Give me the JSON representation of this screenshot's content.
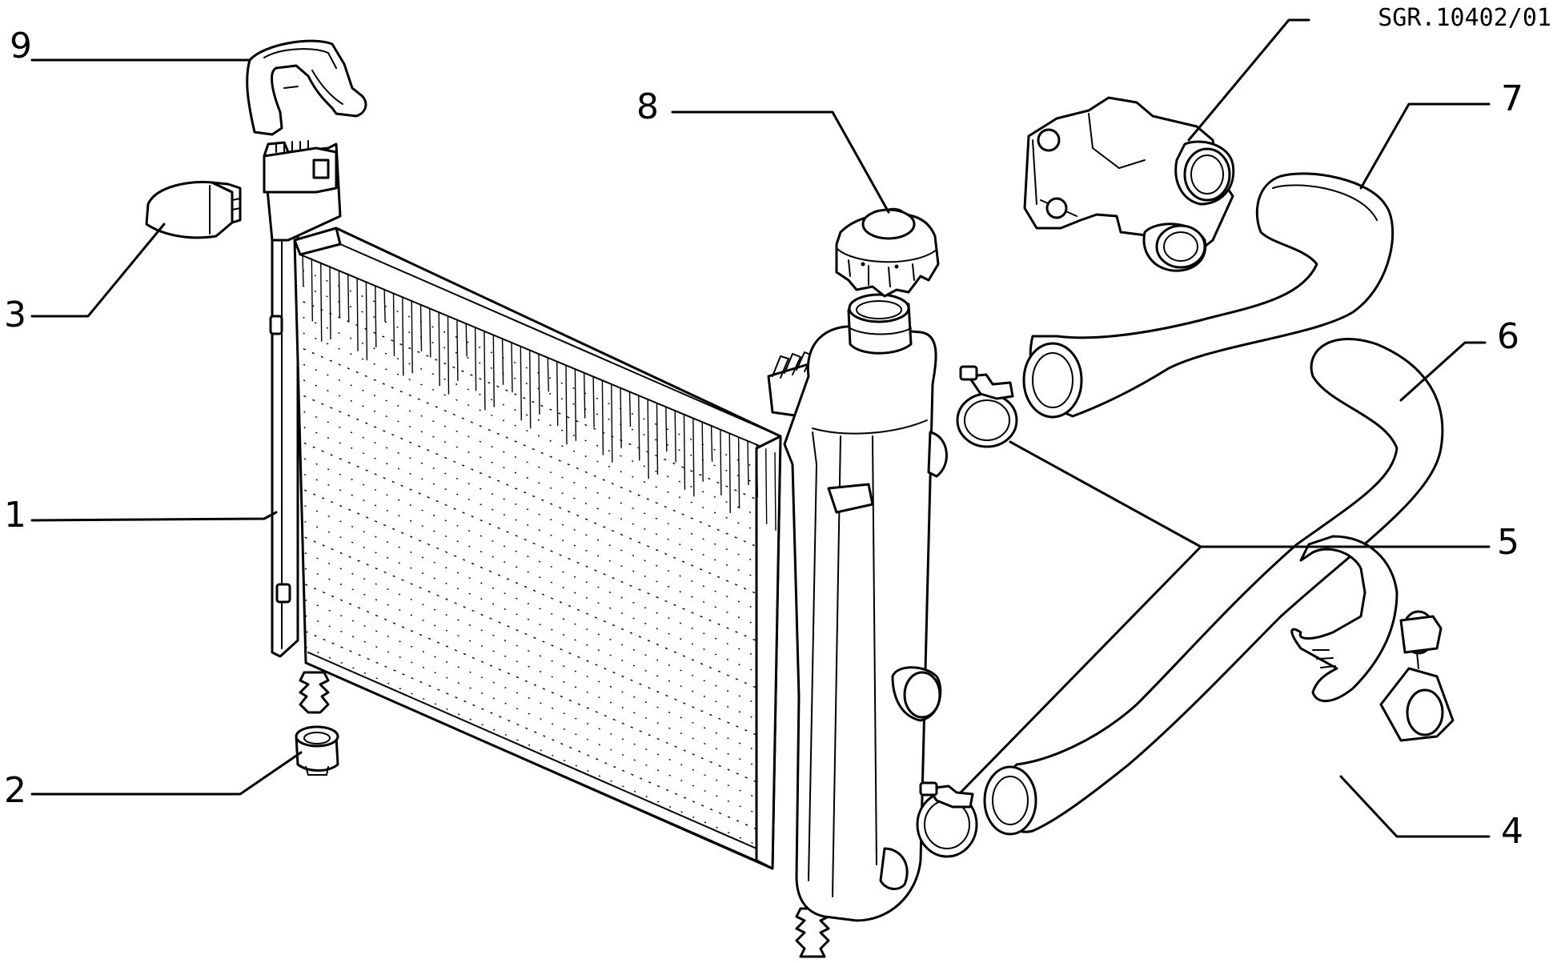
{
  "drawing": {
    "reference_code": "SGR.10402/01"
  },
  "callouts": [
    {
      "id": "1",
      "label": "1"
    },
    {
      "id": "2",
      "label": "2"
    },
    {
      "id": "3",
      "label": "3"
    },
    {
      "id": "4",
      "label": "4"
    },
    {
      "id": "5",
      "label": "5"
    },
    {
      "id": "6",
      "label": "6"
    },
    {
      "id": "7",
      "label": "7"
    },
    {
      "id": "8",
      "label": "8"
    },
    {
      "id": "9",
      "label": "9"
    }
  ]
}
